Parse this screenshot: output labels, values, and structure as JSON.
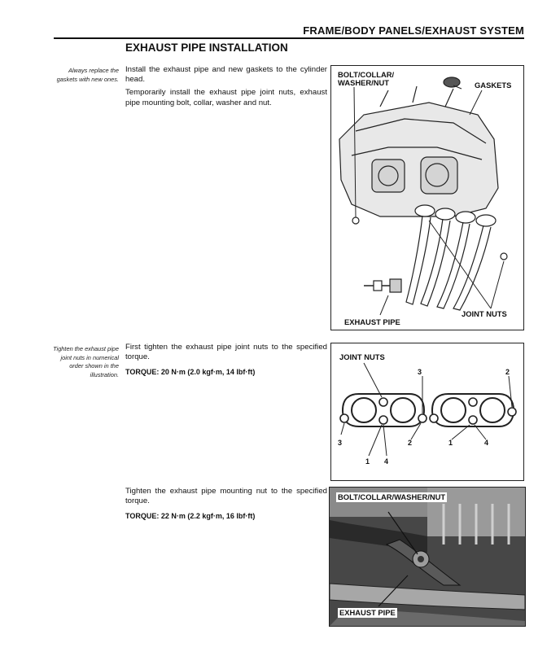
{
  "header": {
    "title": "FRAME/BODY PANELS/EXHAUST SYSTEM"
  },
  "section": {
    "title": "EXHAUST PIPE INSTALLATION"
  },
  "step1": {
    "note": "Always replace the gaskets with new ones.",
    "text1": "Install the exhaust pipe and new gaskets to the cylinder head.",
    "text2": "Temporarily install the exhaust pipe joint nuts, exhaust pipe mounting bolt, collar, washer and nut.",
    "figure": {
      "label_bolt": "BOLT/COLLAR/\nWASHER/NUT",
      "label_gaskets": "GASKETS",
      "label_pipe": "EXHAUST PIPE",
      "label_nuts": "JOINT NUTS"
    }
  },
  "step2": {
    "note": "Tighten the exhaust pipe joint nuts in numerical order shown in the illustration.",
    "text": "First tighten the exhaust pipe joint nuts to the specified torque.",
    "torque": "TORQUE: 20 N·m (2.0 kgf·m, 14 lbf·ft)",
    "figure": {
      "label": "JOINT NUTS",
      "numbers_top": [
        "3",
        "2"
      ],
      "numbers_bottom": [
        "3",
        "2",
        "1",
        "4",
        "1",
        "4"
      ]
    }
  },
  "step3": {
    "text": "Tighten the exhaust pipe mounting nut to the specified torque.",
    "torque": "TORQUE: 22 N·m (2.2 kgf·m, 16 lbf·ft)",
    "figure": {
      "label_bolt": "BOLT/COLLAR/WASHER/NUT",
      "label_pipe": "EXHAUST PIPE"
    }
  }
}
